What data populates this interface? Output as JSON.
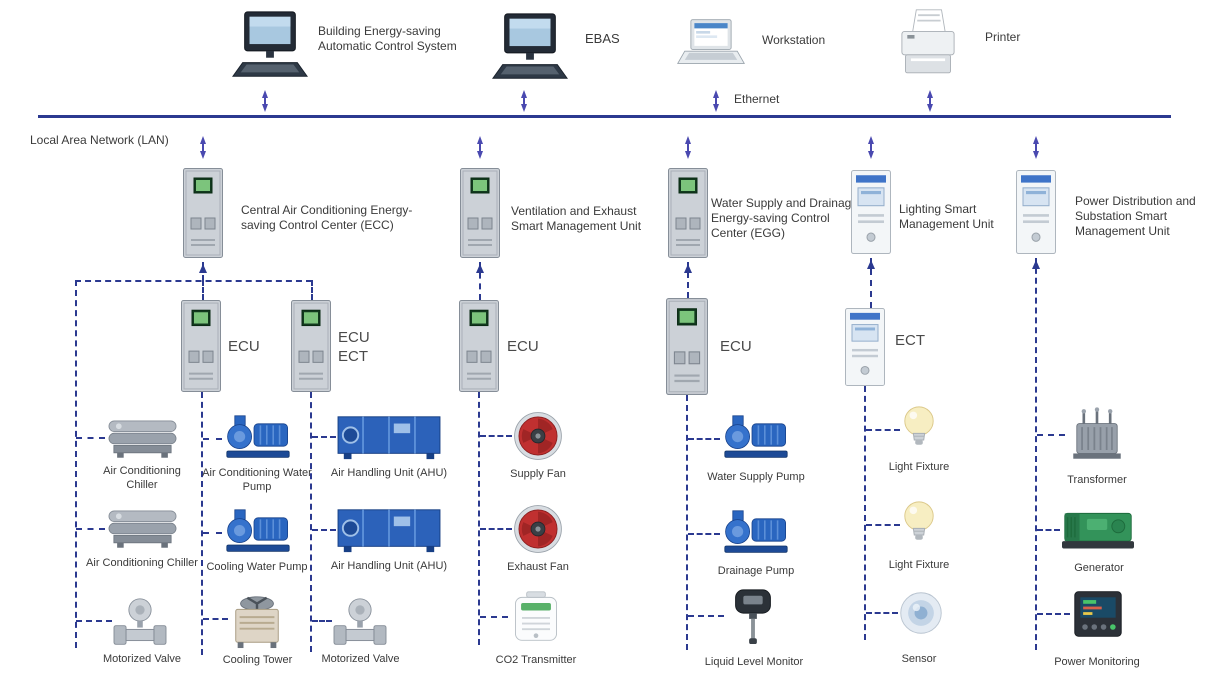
{
  "colors": {
    "lan_line": "#2b3990",
    "arrow": "#4a49b0",
    "dashed": "#2b3990"
  },
  "network": {
    "lan_label": "Local Area Network (LAN)",
    "ethernet_label": "Ethernet"
  },
  "top_devices": [
    {
      "icon": "desktop-computer",
      "label": "Building Energy-saving Automatic Control System"
    },
    {
      "icon": "desktop-computer",
      "label": "EBAS"
    },
    {
      "icon": "laptop",
      "label": "Workstation"
    },
    {
      "icon": "printer",
      "label": "Printer"
    }
  ],
  "controllers": [
    {
      "icon": "control-cabinet-grey",
      "label": "Central Air Conditioning Energy-saving Control Center (ECC)"
    },
    {
      "icon": "control-cabinet-grey",
      "label": "Ventilation and Exhaust Smart Management Unit"
    },
    {
      "icon": "control-cabinet-grey",
      "label": "Water Supply and Drainage Energy-saving Control Center (EGG)"
    },
    {
      "icon": "control-cabinet-white",
      "label": "Lighting Smart Management Unit"
    },
    {
      "icon": "control-cabinet-white",
      "label": "Power Distribution and Substation Smart Management Unit"
    }
  ],
  "field_units": [
    {
      "icon": "control-cabinet-grey",
      "label": "ECU"
    },
    {
      "icon": "control-cabinet-grey",
      "label": "ECU",
      "label2": "ECT"
    },
    {
      "icon": "control-cabinet-grey",
      "label": "ECU"
    },
    {
      "icon": "control-cabinet-grey",
      "label": "ECU"
    },
    {
      "icon": "control-cabinet-white",
      "label": "ECT"
    }
  ],
  "device_columns": [
    {
      "items": [
        "Air Conditioning Chiller",
        "Air Conditioning Chiller",
        "Motorized Valve"
      ]
    },
    {
      "items": [
        "Air Conditioning Water Pump",
        "Cooling Water Pump",
        "Cooling Tower"
      ]
    },
    {
      "items": [
        "Air Handling Unit (AHU)",
        "Air Handling Unit (AHU)",
        "Motorized Valve"
      ]
    },
    {
      "items": [
        "Supply Fan",
        "Exhaust Fan",
        "CO2 Transmitter"
      ]
    },
    {
      "items": [
        "Water Supply Pump",
        "Drainage Pump",
        "Liquid Level Monitor"
      ]
    },
    {
      "items": [
        "Light Fixture",
        "Light Fixture",
        "Sensor"
      ]
    },
    {
      "items": [
        "Transformer",
        "Generator",
        "Power Monitoring"
      ]
    }
  ]
}
